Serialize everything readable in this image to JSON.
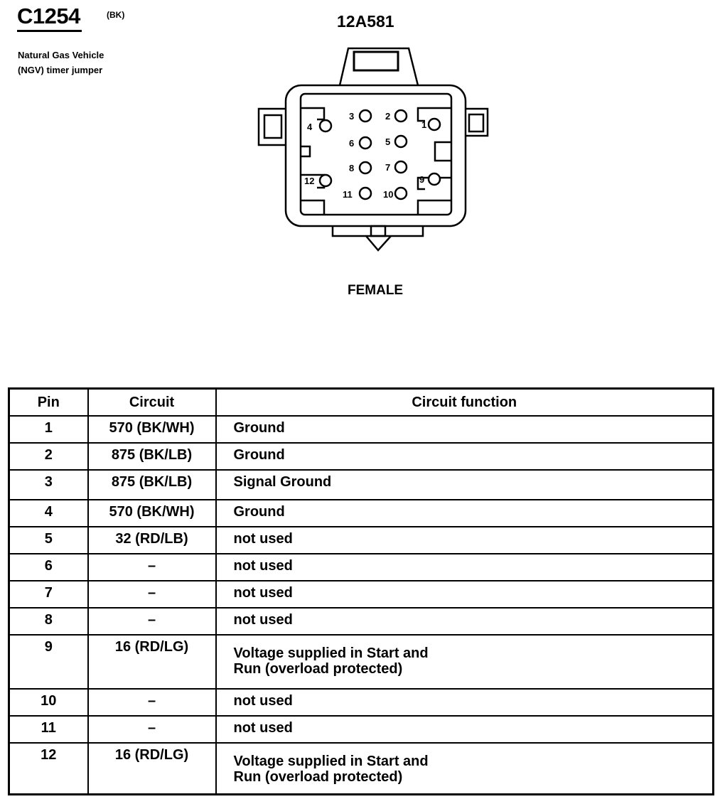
{
  "header": {
    "connector_id": "C1254",
    "color_code": "(BK)",
    "description_line1": "Natural Gas Vehicle",
    "description_line2": "(NGV) timer jumper",
    "part_number": "12A581",
    "gender": "FEMALE"
  },
  "pins": [
    "1",
    "2",
    "3",
    "4",
    "5",
    "6",
    "7",
    "8",
    "9",
    "10",
    "11",
    "12"
  ],
  "table": {
    "headers": [
      "Pin",
      "Circuit",
      "Circuit function"
    ],
    "rows": [
      {
        "pin": "1",
        "circuit": "570 (BK/WH)",
        "function": "Ground"
      },
      {
        "pin": "2",
        "circuit": "875 (BK/LB)",
        "function": "Ground"
      },
      {
        "pin": "3",
        "circuit": "875 (BK/LB)",
        "function": "Signal Ground"
      },
      {
        "pin": "4",
        "circuit": "570 (BK/WH)",
        "function": "Ground"
      },
      {
        "pin": "5",
        "circuit": "32 (RD/LB)",
        "function": "not used"
      },
      {
        "pin": "6",
        "circuit": "–",
        "function": "not used"
      },
      {
        "pin": "7",
        "circuit": "–",
        "function": "not used"
      },
      {
        "pin": "8",
        "circuit": "–",
        "function": "not used"
      },
      {
        "pin": "9",
        "circuit": "16 (RD/LG)",
        "function": "Voltage supplied in Start and\nRun (overload protected)"
      },
      {
        "pin": "10",
        "circuit": "–",
        "function": "not used"
      },
      {
        "pin": "11",
        "circuit": "–",
        "function": "not used"
      },
      {
        "pin": "12",
        "circuit": "16 (RD/LG)",
        "function": "Voltage supplied in Start and\nRun (overload protected)"
      }
    ]
  }
}
